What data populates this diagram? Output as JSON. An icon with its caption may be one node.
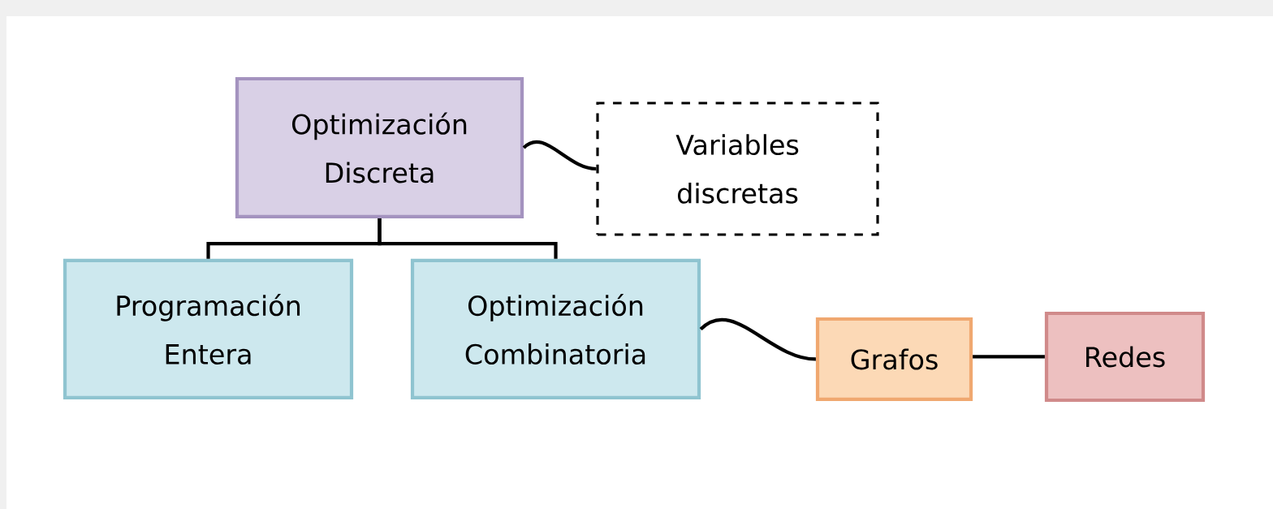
{
  "diagram": {
    "nodes": [
      {
        "text": [
          "Optimización Discreta"
        ]
      },
      {
        "text": [
          "Variables discretas"
        ]
      },
      {
        "text": [
          "Programación Entera"
        ]
      },
      {
        "text": [
          "Optimización Combinatoria"
        ]
      },
      {
        "text": [
          "Grafos"
        ]
      },
      {
        "text": [
          "Redes"
        ]
      }
    ],
    "edges": [
      {
        "from": 0,
        "to": 1,
        "arrow": "none"
      },
      {
        "from": 0,
        "to": 2,
        "arrow": "none"
      },
      {
        "from": 0,
        "to": 3,
        "arrow": "none"
      },
      {
        "from": 3,
        "to": 4,
        "arrow": "none"
      },
      {
        "from": 4,
        "to": 5,
        "arrow": "none"
      }
    ]
  }
}
